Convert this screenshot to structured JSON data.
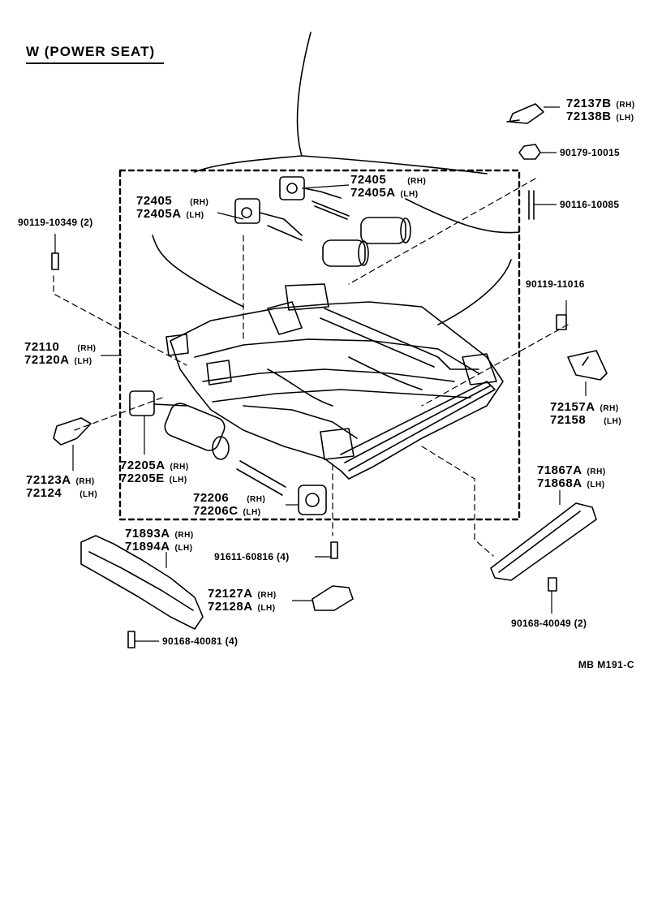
{
  "title": "W (POWER SEAT)",
  "diagram_code": "MB  M191-C",
  "parts": {
    "p72137": {
      "rh": "72137B",
      "rh_sfx": "(RH)",
      "lh": "72138B",
      "lh_sfx": "(LH)"
    },
    "p90179": {
      "num": "90179-10015"
    },
    "p90116": {
      "num": "90116-10085"
    },
    "p72405_top": {
      "rh": "72405",
      "rh_sfx": "(RH)",
      "lh": "72405A",
      "lh_sfx": "(LH)"
    },
    "p72405_left": {
      "rh": "72405",
      "rh_sfx": "(RH)",
      "lh": "72405A",
      "lh_sfx": "(LH)"
    },
    "p90119_10349": {
      "num": "90119-10349 (2)"
    },
    "p90119_11016": {
      "num": "90119-11016"
    },
    "p72110": {
      "rh": "72110",
      "rh_sfx": "(RH)",
      "lh": "72120A",
      "lh_sfx": "(LH)"
    },
    "p72157": {
      "rh": "72157A",
      "rh_sfx": "(RH)",
      "lh": "72158",
      "lh_sfx": "(LH)"
    },
    "p72123": {
      "rh": "72123A",
      "rh_sfx": "(RH)",
      "lh": "72124",
      "lh_sfx": "(LH)"
    },
    "p72205": {
      "rh": "72205A",
      "rh_sfx": "(RH)",
      "lh": "72205E",
      "lh_sfx": "(LH)"
    },
    "p72206": {
      "rh": "72206",
      "rh_sfx": "(RH)",
      "lh": "72206C",
      "lh_sfx": "(LH)"
    },
    "p71867": {
      "rh": "71867A",
      "rh_sfx": "(RH)",
      "lh": "71868A",
      "lh_sfx": "(LH)"
    },
    "p71893": {
      "rh": "71893A",
      "rh_sfx": "(RH)",
      "lh": "71894A",
      "lh_sfx": "(LH)"
    },
    "p91611": {
      "num": "91611-60816 (4)"
    },
    "p72127": {
      "rh": "72127A",
      "rh_sfx": "(RH)",
      "lh": "72128A",
      "lh_sfx": "(LH)"
    },
    "p90168_40081": {
      "num": "90168-40081 (4)"
    },
    "p90168_40049": {
      "num": "90168-40049 (2)"
    }
  }
}
